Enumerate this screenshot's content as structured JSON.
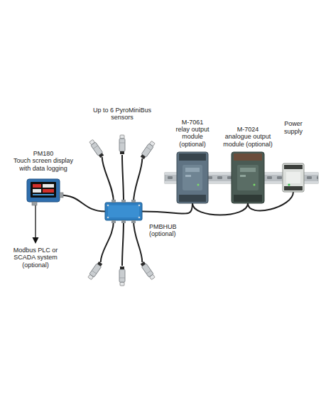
{
  "diagram": {
    "nodes": [
      {
        "text": [
          "PM180",
          "Touch screen display with data logging"
        ]
      },
      {
        "text": [
          "PMBHUB",
          "(optional)"
        ]
      },
      {
        "text": [
          "M-7061",
          "relay output module (optional)"
        ]
      },
      {
        "text": [
          "M-7024",
          "analogue output module (optional)"
        ]
      },
      {
        "text": [
          "Power supply"
        ]
      }
    ],
    "edges": [
      {
        "from": 0,
        "to": 1,
        "arrow": "none"
      },
      {
        "from": 1,
        "to": 2,
        "arrow": "none"
      },
      {
        "from": 2,
        "to": 3,
        "arrow": "none"
      },
      {
        "from": 3,
        "to": 4,
        "arrow": "none"
      }
    ],
    "labels": [
      "Up to 6 PyroMiniBus sensors",
      "Modbus PLC or SCADA system (optional)"
    ]
  }
}
